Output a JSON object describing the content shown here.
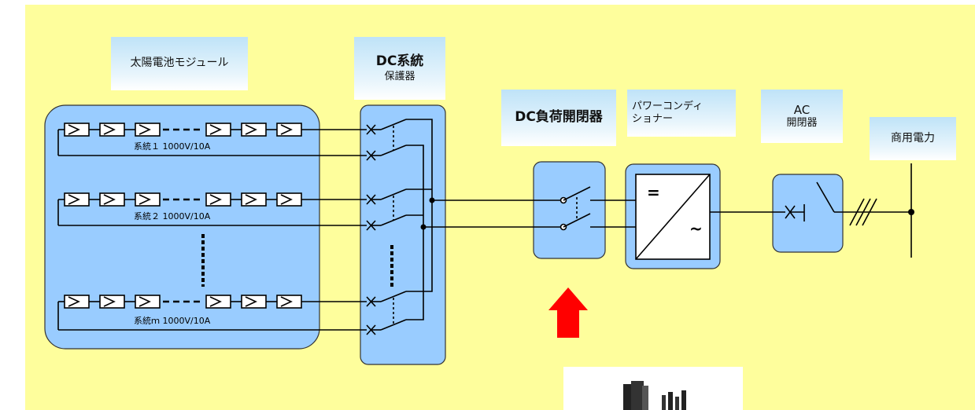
{
  "labels": {
    "solar_module": "太陽電池モジュール",
    "dc_protector_line1": "DC系統",
    "dc_protector_line2": "保護器",
    "dc_load_switch": "DC負荷開閉器",
    "pcs_line1": "パワーコンディ",
    "pcs_line2": "ショナー",
    "ac_switch_line1": "AC",
    "ac_switch_line2": "開閉器",
    "grid": "商用電力"
  },
  "strings": [
    {
      "label": "系統１ 1000V/10A"
    },
    {
      "label": "系統２ 1000V/10A"
    },
    {
      "label": "系統ｍ 1000V/10A"
    }
  ],
  "pcs_symbols": {
    "dc": "=",
    "ac": "~"
  },
  "colors": {
    "background": "#fefe9c",
    "box_fill": "#99ccff",
    "arrow": "#ff0000"
  }
}
